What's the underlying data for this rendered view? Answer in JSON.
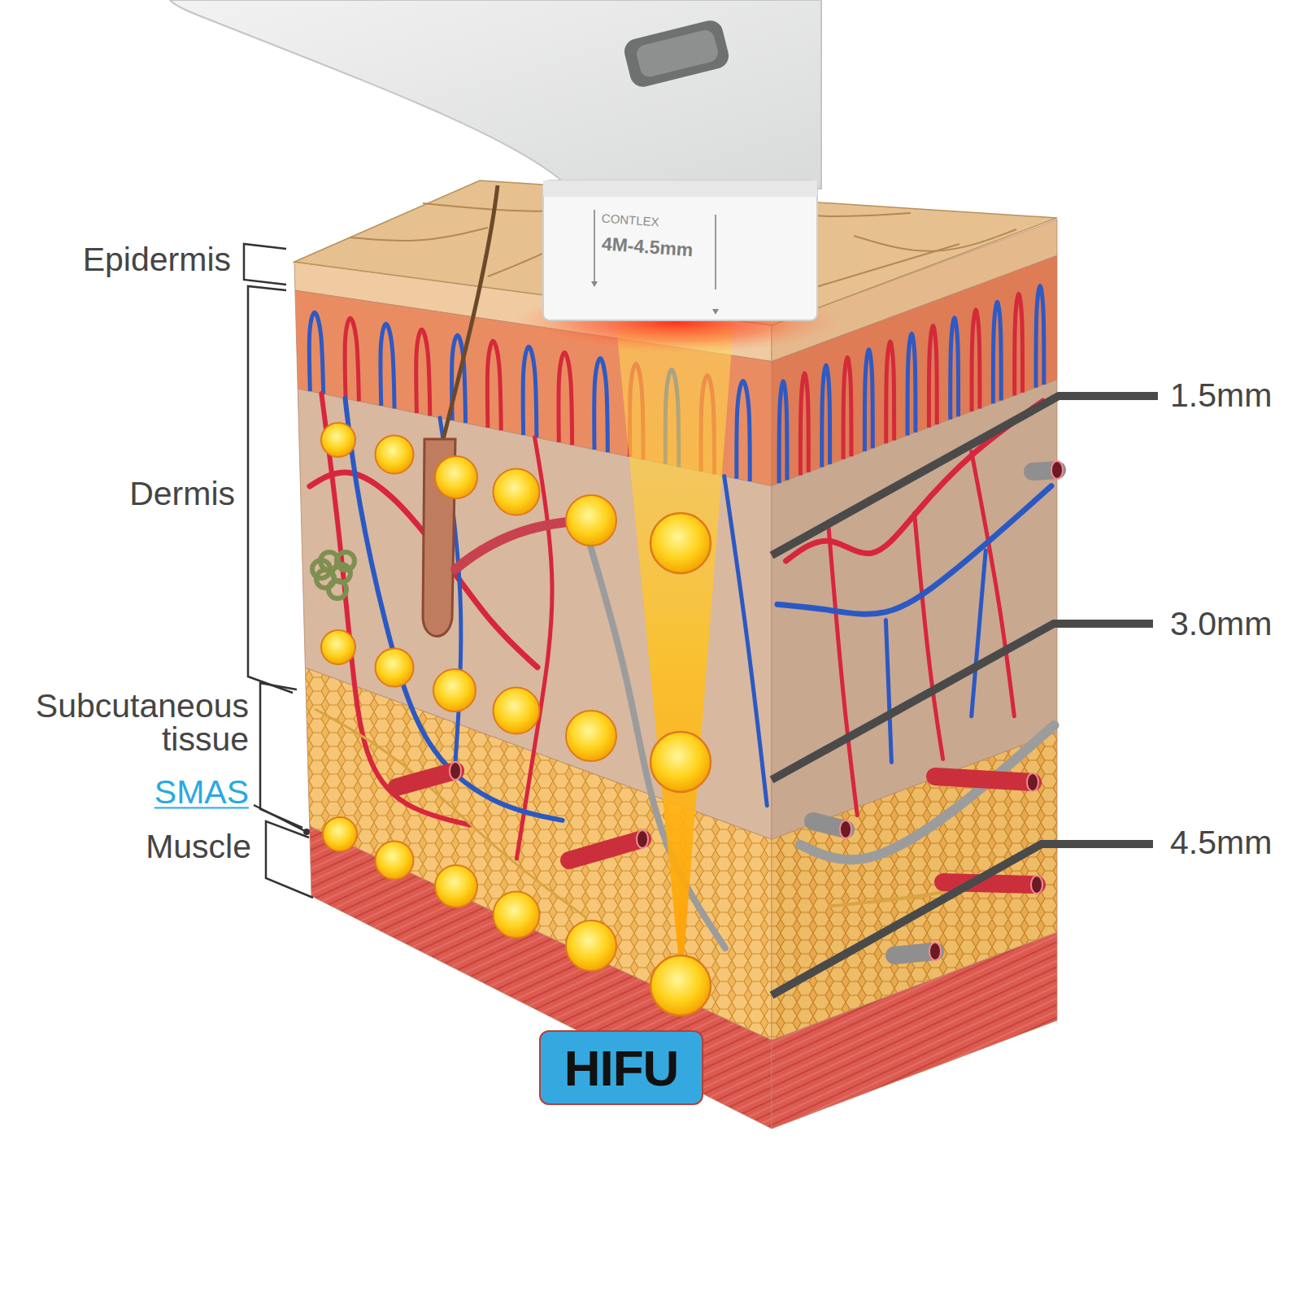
{
  "diagram": {
    "nodes": [
      {
        "text": [
          "HIFU"
        ]
      }
    ],
    "labels": [
      "Epidermis",
      "Dermis",
      "Subcutaneous tissue",
      "SMAS",
      "Muscle",
      "1.5mm",
      "3.0mm",
      "4.5mm",
      "CONTLEX",
      "4M-4.5mm"
    ]
  }
}
